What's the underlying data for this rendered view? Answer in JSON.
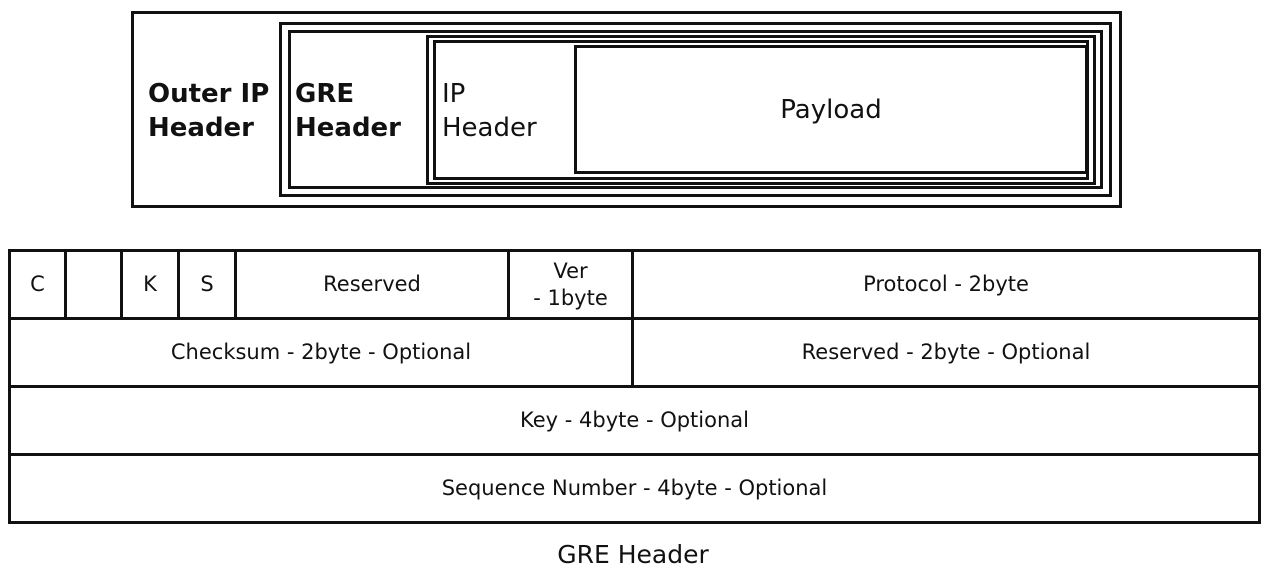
{
  "encapsulation": {
    "outer_ip": [
      "Outer IP",
      "Header"
    ],
    "gre": [
      "GRE",
      "Header"
    ],
    "ip": [
      "IP",
      "Header"
    ],
    "payload": "Payload"
  },
  "table": {
    "row1": {
      "c": "C",
      "blank": "",
      "k": "K",
      "s": "S",
      "reserved": "Reserved",
      "ver": [
        "Ver",
        "- 1byte"
      ],
      "protocol": "Protocol - 2byte"
    },
    "row2": {
      "checksum": "Checksum - 2byte - Optional",
      "reserved": "Reserved - 2byte - Optional"
    },
    "row3": {
      "key": "Key - 4byte - Optional"
    },
    "row4": {
      "sequence": "Sequence Number - 4byte - Optional"
    }
  },
  "caption": "GRE Header"
}
